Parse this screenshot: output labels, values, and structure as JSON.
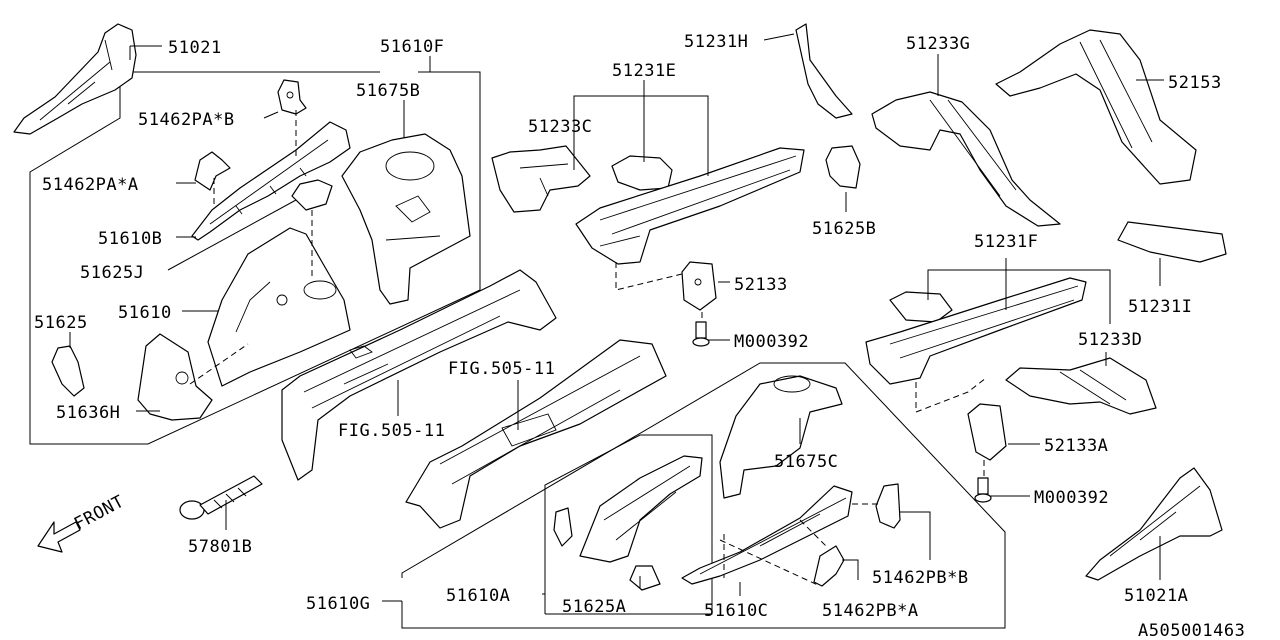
{
  "labels": {
    "l51021": "51021",
    "l51610F": "51610F",
    "l51675B": "51675B",
    "l51462PAB": "51462PA*B",
    "l51462PAA": "51462PA*A",
    "l51610B": "51610B",
    "l51625J": "51625J",
    "l51610": "51610",
    "l51625": "51625",
    "l51636H": "51636H",
    "lFIG1": "FIG.505-11",
    "lFIG2": "FIG.505-11",
    "l57801B": "57801B",
    "lFRONT": "FRONT",
    "l51231H": "51231H",
    "l51231E": "51231E",
    "l51233C": "51233C",
    "l52133": "52133",
    "lM1": "M000392",
    "l51625B": "51625B",
    "l51233G": "51233G",
    "l52153": "52153",
    "l51231F": "51231F",
    "l51231I": "51231I",
    "l51233D": "51233D",
    "l52133A": "52133A",
    "lM2": "M000392",
    "l51675C": "51675C",
    "l51610A": "51610A",
    "l51625A": "51625A",
    "l51610G": "51610G",
    "l51610C": "51610C",
    "l51462PBB": "51462PB*B",
    "l51462PBA": "51462PB*A",
    "l51021A": "51021A",
    "diagramId": "A505001463"
  }
}
